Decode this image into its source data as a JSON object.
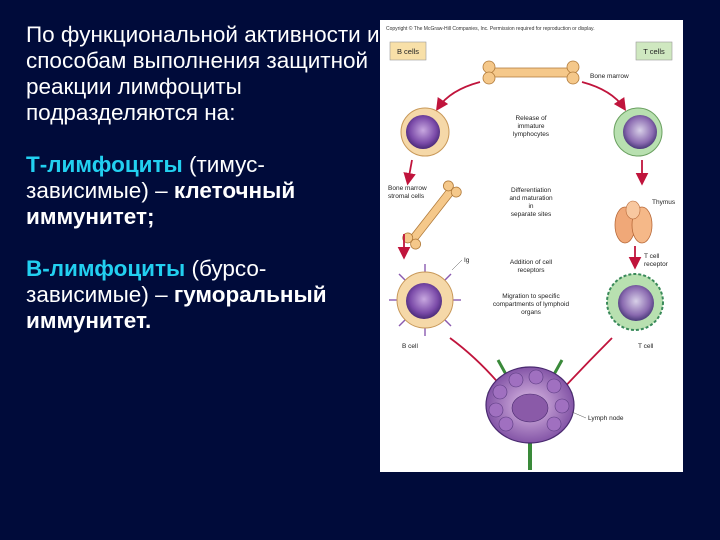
{
  "intro": "По функциональной активности и способам выполнения защитной реакции лимфоциты подразделяются на:",
  "t_cells": {
    "term": "Т-лимфоциты",
    "paren": " (тимус-зависимые) – ",
    "result": "клеточный иммунитет;"
  },
  "b_cells": {
    "term": "В-лимфоциты",
    "paren": " (бурсо-зависимые) – ",
    "result": "гуморальный иммунитет."
  },
  "figure": {
    "copyright": "Copyright © The McGraw-Hill Companies, Inc. Permission required for reproduction or display.",
    "b_cells_box": "B cells",
    "t_cells_box": "T cells",
    "bone_marrow": "Bone marrow",
    "release_line1": "Release of",
    "release_line2": "immature",
    "release_line3": "lymphocytes",
    "stromal_line1": "Bone marrow",
    "stromal_line2": "stromal cells",
    "diff_line1": "Differentiation",
    "diff_line2": "and maturation",
    "diff_line3": "in",
    "diff_line4": "separate sites",
    "thymus": "Thymus",
    "ig": "Ig",
    "receptors_line1": "Addition of cell",
    "receptors_line2": "receptors",
    "tcr_line1": "T cell",
    "tcr_line2": "receptor",
    "migration_line1": "Migration to specific",
    "migration_line2": "compartments of lymphoid",
    "migration_line3": "organs",
    "b_cell": "B cell",
    "t_cell": "T cell",
    "lymph_node": "Lymph node"
  },
  "colors": {
    "background": "#000b3a",
    "term": "#22d0f0",
    "b_box": "#f8e0a8",
    "t_box": "#cfe8c0",
    "arrow": "#c0143c"
  }
}
